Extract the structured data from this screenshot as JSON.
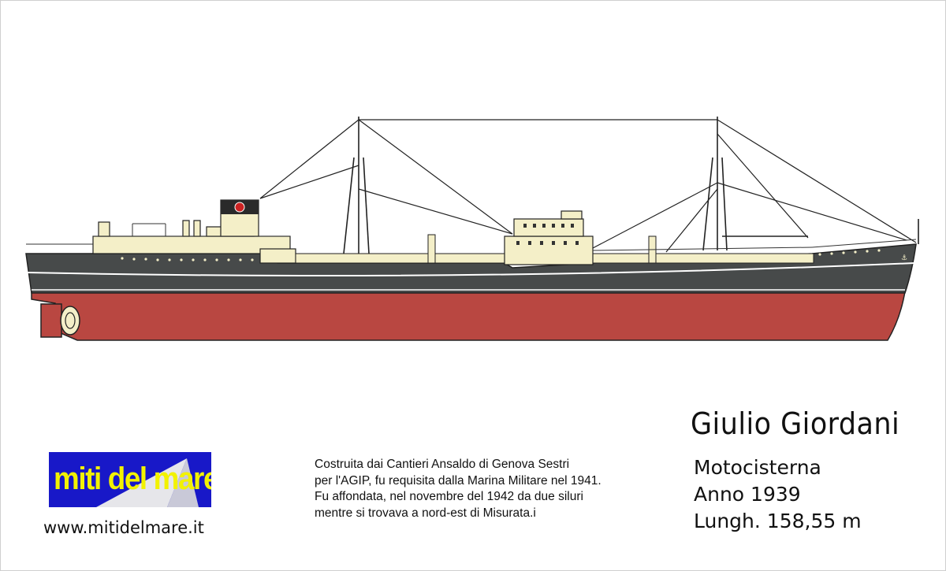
{
  "ship": {
    "name": "Giulio Giordani",
    "type": "Motocisterna",
    "year": "Anno 1939",
    "length": "Lungh. 158,55 m"
  },
  "description": {
    "lines": [
      "Costruita dai Cantieri Ansaldo di Genova Sestri",
      "per l'AGIP, fu requisita dalla Marina Militare nel 1941.",
      "Fu affondata, nel novembre del 1942 da due siluri",
      "mentre si trovava a nord-est di Misurata.i"
    ]
  },
  "logo": {
    "text": "miti del mare",
    "colors": {
      "background": "#1818c8",
      "text": "#f2f200"
    }
  },
  "website": "www.mitidelmare.it",
  "colors": {
    "hull_red": "#b94741",
    "hull_dark": "#474a4a",
    "superstructure": "#f4efc8"
  }
}
